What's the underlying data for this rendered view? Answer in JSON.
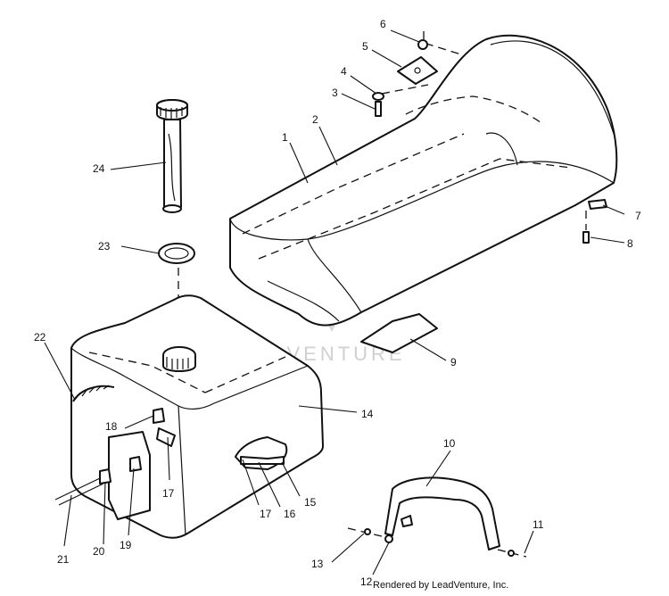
{
  "diagram": {
    "callouts": [
      {
        "id": "c1",
        "label": "1"
      },
      {
        "id": "c2",
        "label": "2"
      },
      {
        "id": "c3",
        "label": "3"
      },
      {
        "id": "c4",
        "label": "4"
      },
      {
        "id": "c5",
        "label": "5"
      },
      {
        "id": "c6",
        "label": "6"
      },
      {
        "id": "c7",
        "label": "7"
      },
      {
        "id": "c8",
        "label": "8"
      },
      {
        "id": "c9",
        "label": "9"
      },
      {
        "id": "c10",
        "label": "10"
      },
      {
        "id": "c11",
        "label": "11"
      },
      {
        "id": "c12",
        "label": "12"
      },
      {
        "id": "c13",
        "label": "13"
      },
      {
        "id": "c14",
        "label": "14"
      },
      {
        "id": "c15",
        "label": "15"
      },
      {
        "id": "c16",
        "label": "16"
      },
      {
        "id": "c17a",
        "label": "17"
      },
      {
        "id": "c17b",
        "label": "17"
      },
      {
        "id": "c18",
        "label": "18"
      },
      {
        "id": "c19",
        "label": "19"
      },
      {
        "id": "c20",
        "label": "20"
      },
      {
        "id": "c21",
        "label": "21"
      },
      {
        "id": "c22",
        "label": "22"
      },
      {
        "id": "c23",
        "label": "23"
      },
      {
        "id": "c24",
        "label": "24"
      }
    ],
    "watermark_text": "LEADVENTURE"
  },
  "footer": {
    "credit": "Rendered by LeadVenture, Inc."
  }
}
